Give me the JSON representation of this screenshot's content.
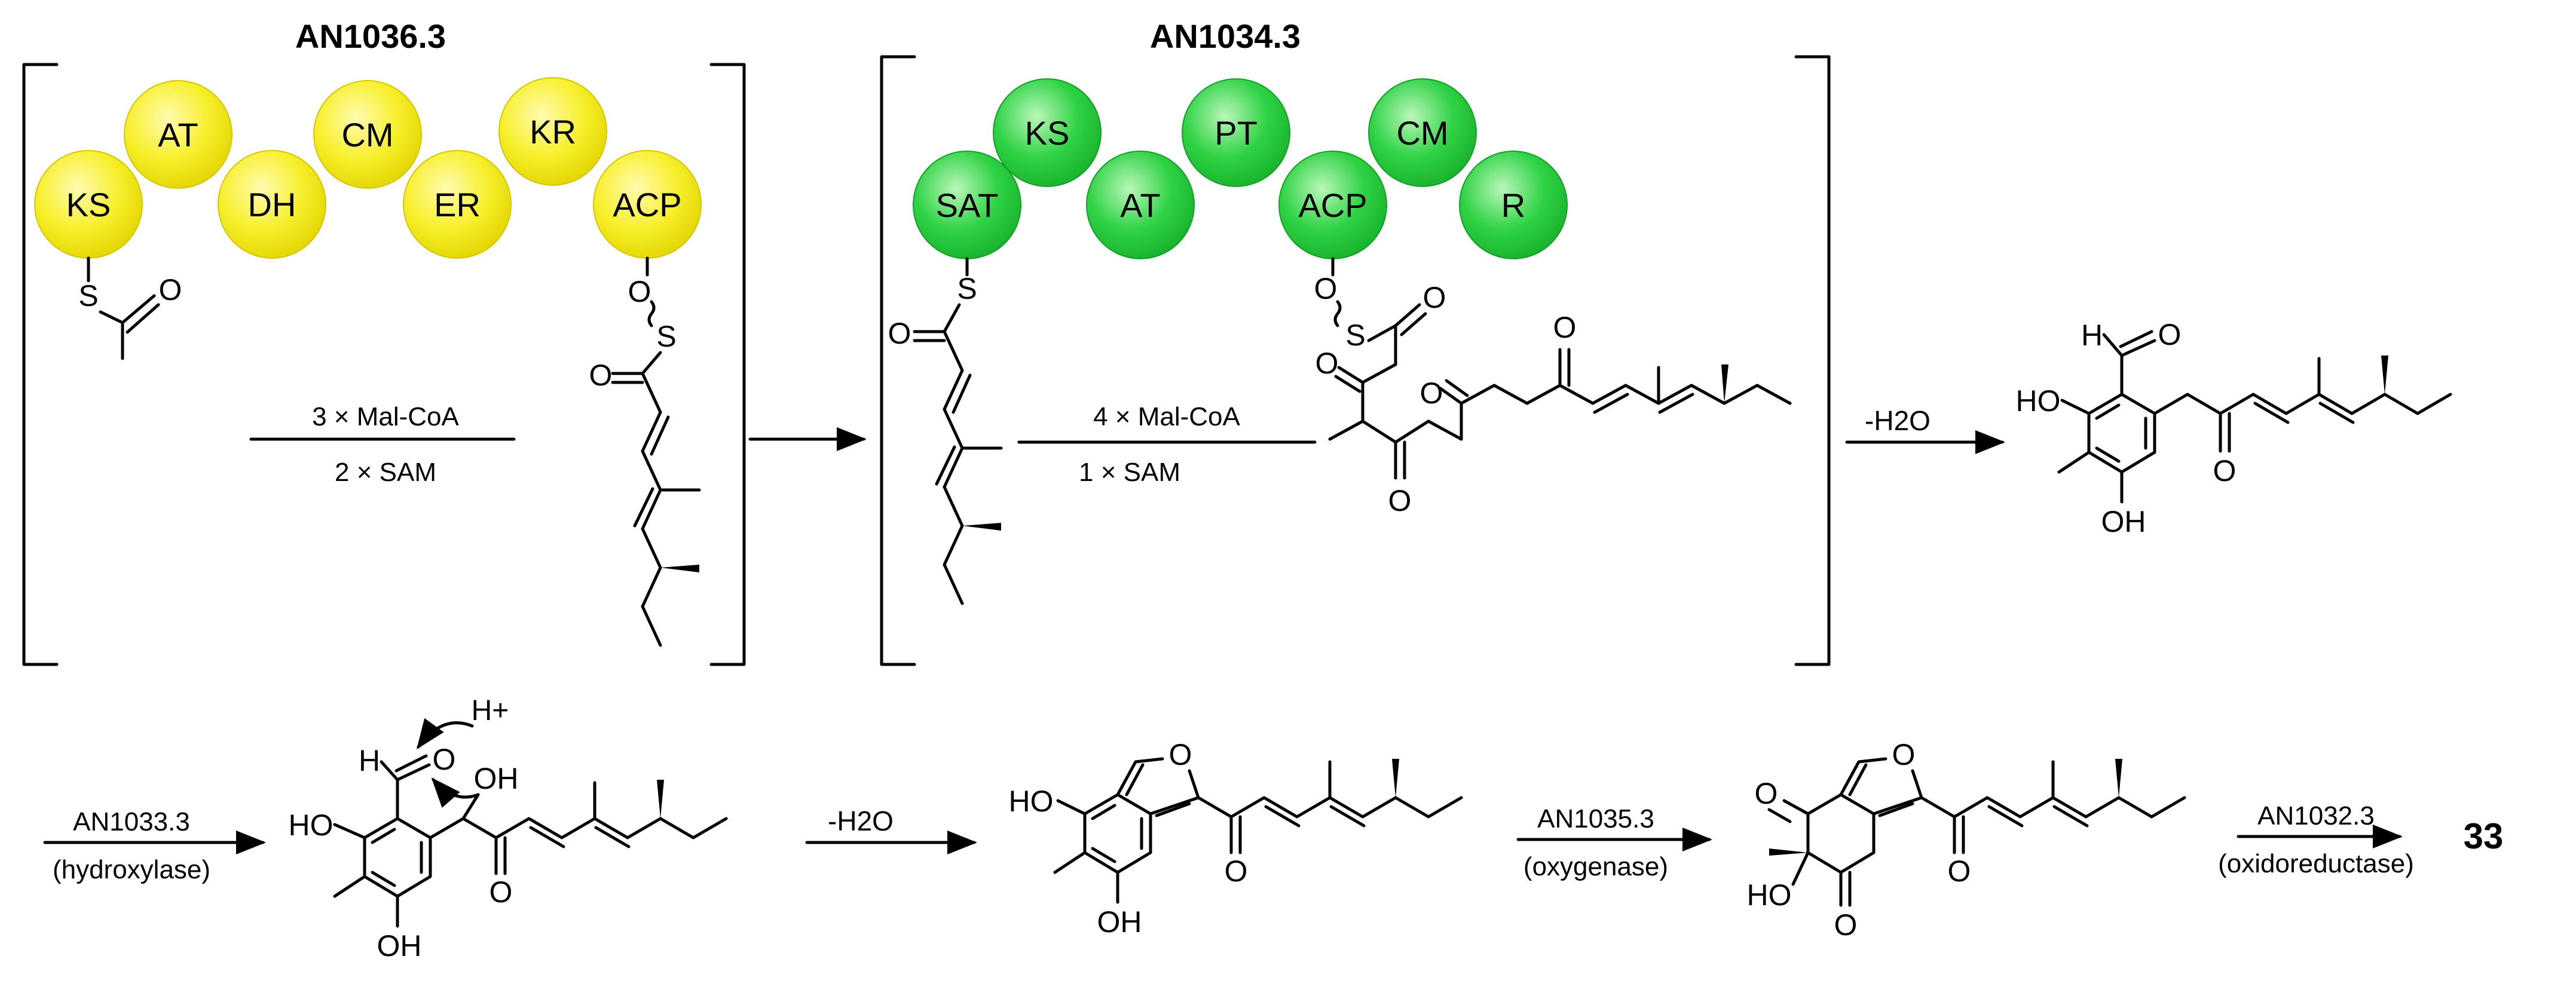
{
  "enzymes": {
    "pks1": {
      "title": "AN1036.3",
      "domains": [
        "KS",
        "AT",
        "DH",
        "CM",
        "ER",
        "KR",
        "ACP"
      ],
      "color": "#f5ee1a"
    },
    "pks2": {
      "title": "AN1034.3",
      "domains": [
        "SAT",
        "KS",
        "AT",
        "PT",
        "ACP",
        "CM",
        "R"
      ],
      "color": "#22c837"
    }
  },
  "steps": {
    "step1": {
      "top": "3 × Mal-CoA",
      "bottom": "2 × SAM"
    },
    "step2": {
      "top": "4 × Mal-CoA",
      "bottom": "1 × SAM"
    },
    "step3": {
      "label": "-H2O"
    },
    "step4": {
      "top": "AN1033.3",
      "bottom": "(hydroxylase)"
    },
    "step5": {
      "label": "-H2O"
    },
    "step6": {
      "top": "AN1035.3",
      "bottom": "(oxygenase)"
    },
    "step7": {
      "top": "AN1032.3",
      "bottom": "(oxidoreductase)"
    }
  },
  "product": "33",
  "atoms": {
    "S": "S",
    "O": "O",
    "OH": "OH",
    "HO": "HO",
    "H": "H",
    "Hplus": "H+"
  }
}
